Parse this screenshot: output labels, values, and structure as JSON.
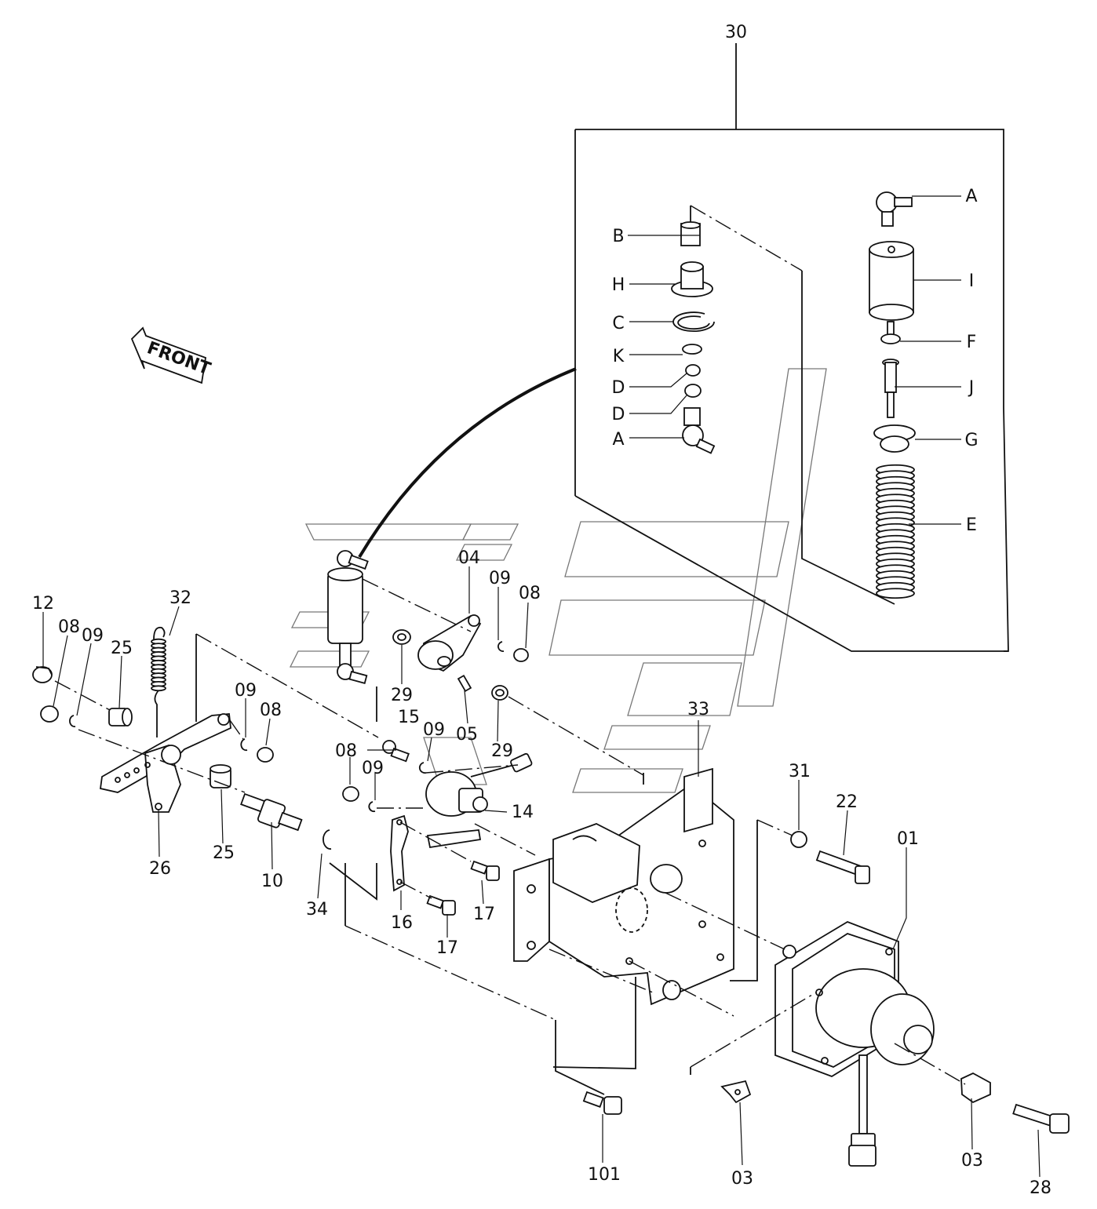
{
  "front_label": "FRONT",
  "labels": {
    "kit": "30",
    "A_top": "A",
    "B": "B",
    "H": "H",
    "I": "I",
    "C": "C",
    "K": "K",
    "F": "F",
    "D1": "D",
    "J": "J",
    "D2": "D",
    "A_low": "A",
    "G": "G",
    "E": "E",
    "p04": "04",
    "p09_a": "09",
    "p08_a": "08",
    "p12": "12",
    "p08_b": "08",
    "p09_b": "09",
    "p32": "32",
    "p25_a": "25",
    "p29_a": "29",
    "p29_b": "29",
    "p05": "05",
    "p09_c": "09",
    "p08_c": "08",
    "p15": "15",
    "p09_d": "09",
    "p08_d": "08",
    "p09_e": "09",
    "p33": "33",
    "p31": "31",
    "p22": "22",
    "p01": "01",
    "p14": "14",
    "p26": "26",
    "p25_b": "25",
    "p10": "10",
    "p34": "34",
    "p16": "16",
    "p17_a": "17",
    "p17_b": "17",
    "p101": "101",
    "p03_a": "03",
    "p03_b": "03",
    "p28": "28"
  }
}
